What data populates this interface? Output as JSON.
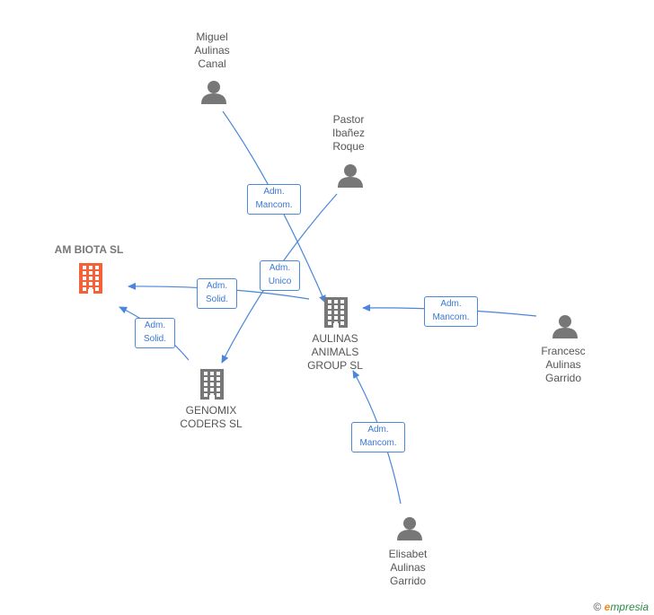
{
  "nodes": {
    "am_biota": {
      "label": "AM BIOTA  SL",
      "kind": "company-main",
      "color": "#f4623a"
    },
    "aulinas_animals": {
      "label": "AULINAS\nANIMALS\nGROUP  SL",
      "kind": "company",
      "color": "#777777"
    },
    "genomix": {
      "label": "GENOMIX\nCODERS  SL",
      "kind": "company",
      "color": "#777777"
    },
    "miguel": {
      "label": "Miguel\nAulinas\nCanal",
      "kind": "person",
      "color": "#777777"
    },
    "pastor": {
      "label": "Pastor\nIbañez\nRoque",
      "kind": "person",
      "color": "#777777"
    },
    "francesc": {
      "label": "Francesc\nAulinas\nGarrido",
      "kind": "person",
      "color": "#777777"
    },
    "elisabet": {
      "label": "Elisabet\nAulinas\nGarrido",
      "kind": "person",
      "color": "#777777"
    }
  },
  "edges": [
    {
      "from": "miguel",
      "to": "aulinas_animals",
      "line1": "Adm.",
      "line2": "Mancom."
    },
    {
      "from": "pastor",
      "to": "genomix",
      "line1": "Adm.",
      "line2": "Unico"
    },
    {
      "from": "aulinas_animals",
      "to": "am_biota",
      "line1": "Adm.",
      "line2": "Solid."
    },
    {
      "from": "genomix",
      "to": "am_biota",
      "line1": "Adm.",
      "line2": "Solid."
    },
    {
      "from": "francesc",
      "to": "aulinas_animals",
      "line1": "Adm.",
      "line2": "Mancom."
    },
    {
      "from": "elisabet",
      "to": "aulinas_animals",
      "line1": "Adm.",
      "line2": "Mancom."
    }
  ],
  "colors": {
    "edge": "#4a86d9",
    "icon": "#777777",
    "main": "#f4623a"
  },
  "footer": {
    "copyright": "©",
    "brand_e": "e",
    "brand_rest": "mpresia"
  }
}
